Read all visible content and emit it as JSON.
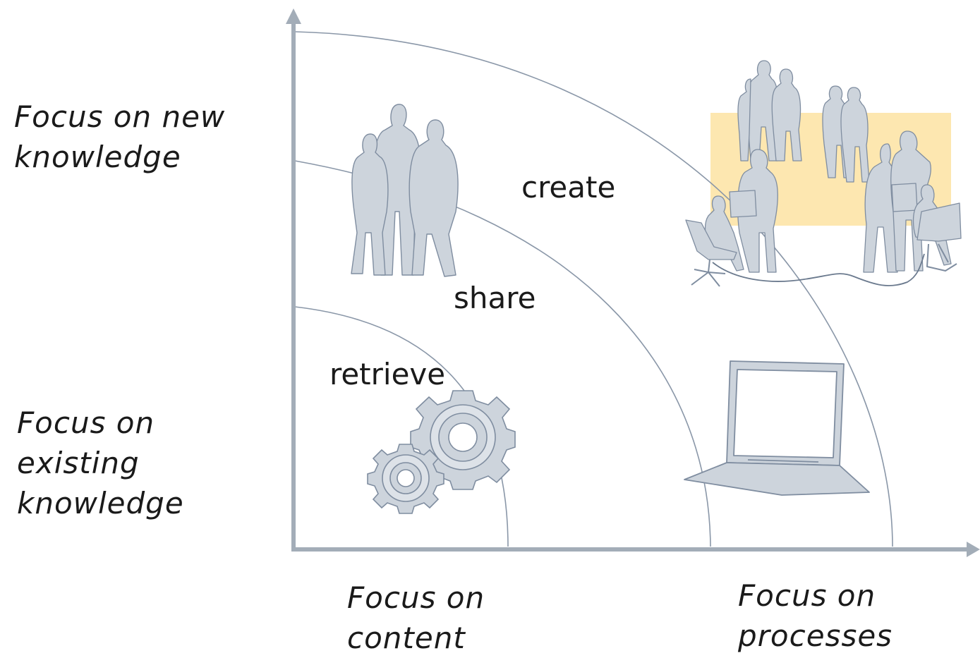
{
  "y_axis_labels": {
    "top": "Focus on new\nknowledge",
    "bottom": "Focus on\nexisting\nknowledge"
  },
  "x_axis_labels": {
    "left": "Focus on\ncontent",
    "right": "Focus on\nprocesses"
  },
  "zones": {
    "inner": "retrieve",
    "middle": "share",
    "outer": "create"
  },
  "colors": {
    "axis": "#a3adb8",
    "arc": "#8a97a8",
    "figure_fill": "#cdd4dc",
    "figure_stroke": "#8a97a8",
    "highlight": "#fde7b0",
    "text": "#1a1a1a"
  },
  "icons": [
    "gears-icon",
    "laptop-icon",
    "standing-people-icon",
    "team-icon"
  ]
}
